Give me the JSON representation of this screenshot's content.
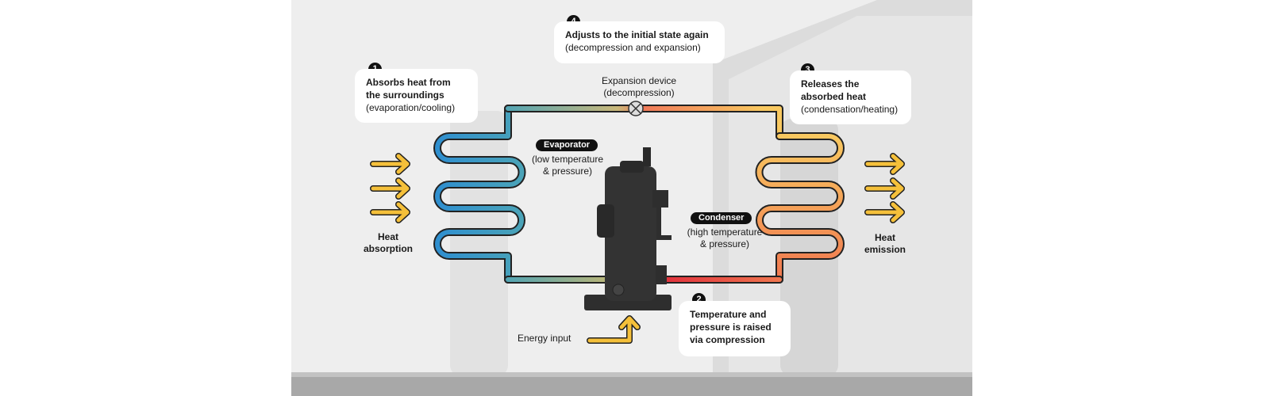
{
  "steps": [
    {
      "number": "1",
      "title": "Absorbs heat from the surroundings",
      "note": "(evaporation/cooling)"
    },
    {
      "number": "2",
      "title": "Temperature and pressure is raised via compression",
      "note": ""
    },
    {
      "number": "3",
      "title": "Releases the absorbed heat",
      "note": "(condensation/heating)"
    },
    {
      "number": "4",
      "title": "Adjusts to the initial state again",
      "note": "(decompression and expansion)"
    }
  ],
  "expansion_device": {
    "name": "Expansion device",
    "note": "(decompression)"
  },
  "evaporator": {
    "name": "Evaporator",
    "note_line1": "(low temperature",
    "note_line2": "& pressure)"
  },
  "condenser": {
    "name": "Condenser",
    "note_line1": "(high temperature",
    "note_line2": "& pressure)"
  },
  "heat_absorption": {
    "line1": "Heat",
    "line2": "absorption"
  },
  "heat_emission": {
    "line1": "Heat",
    "line2": "emission"
  },
  "energy_input": "Energy input",
  "colors": {
    "cold": "#3d8fc0",
    "neutral": "#c8c07a",
    "warm": "#f08a50",
    "hot": "#e02a3a",
    "arrow": "#f5c03a",
    "compressor": "#2e2e2e",
    "background": "#eeeeee"
  }
}
